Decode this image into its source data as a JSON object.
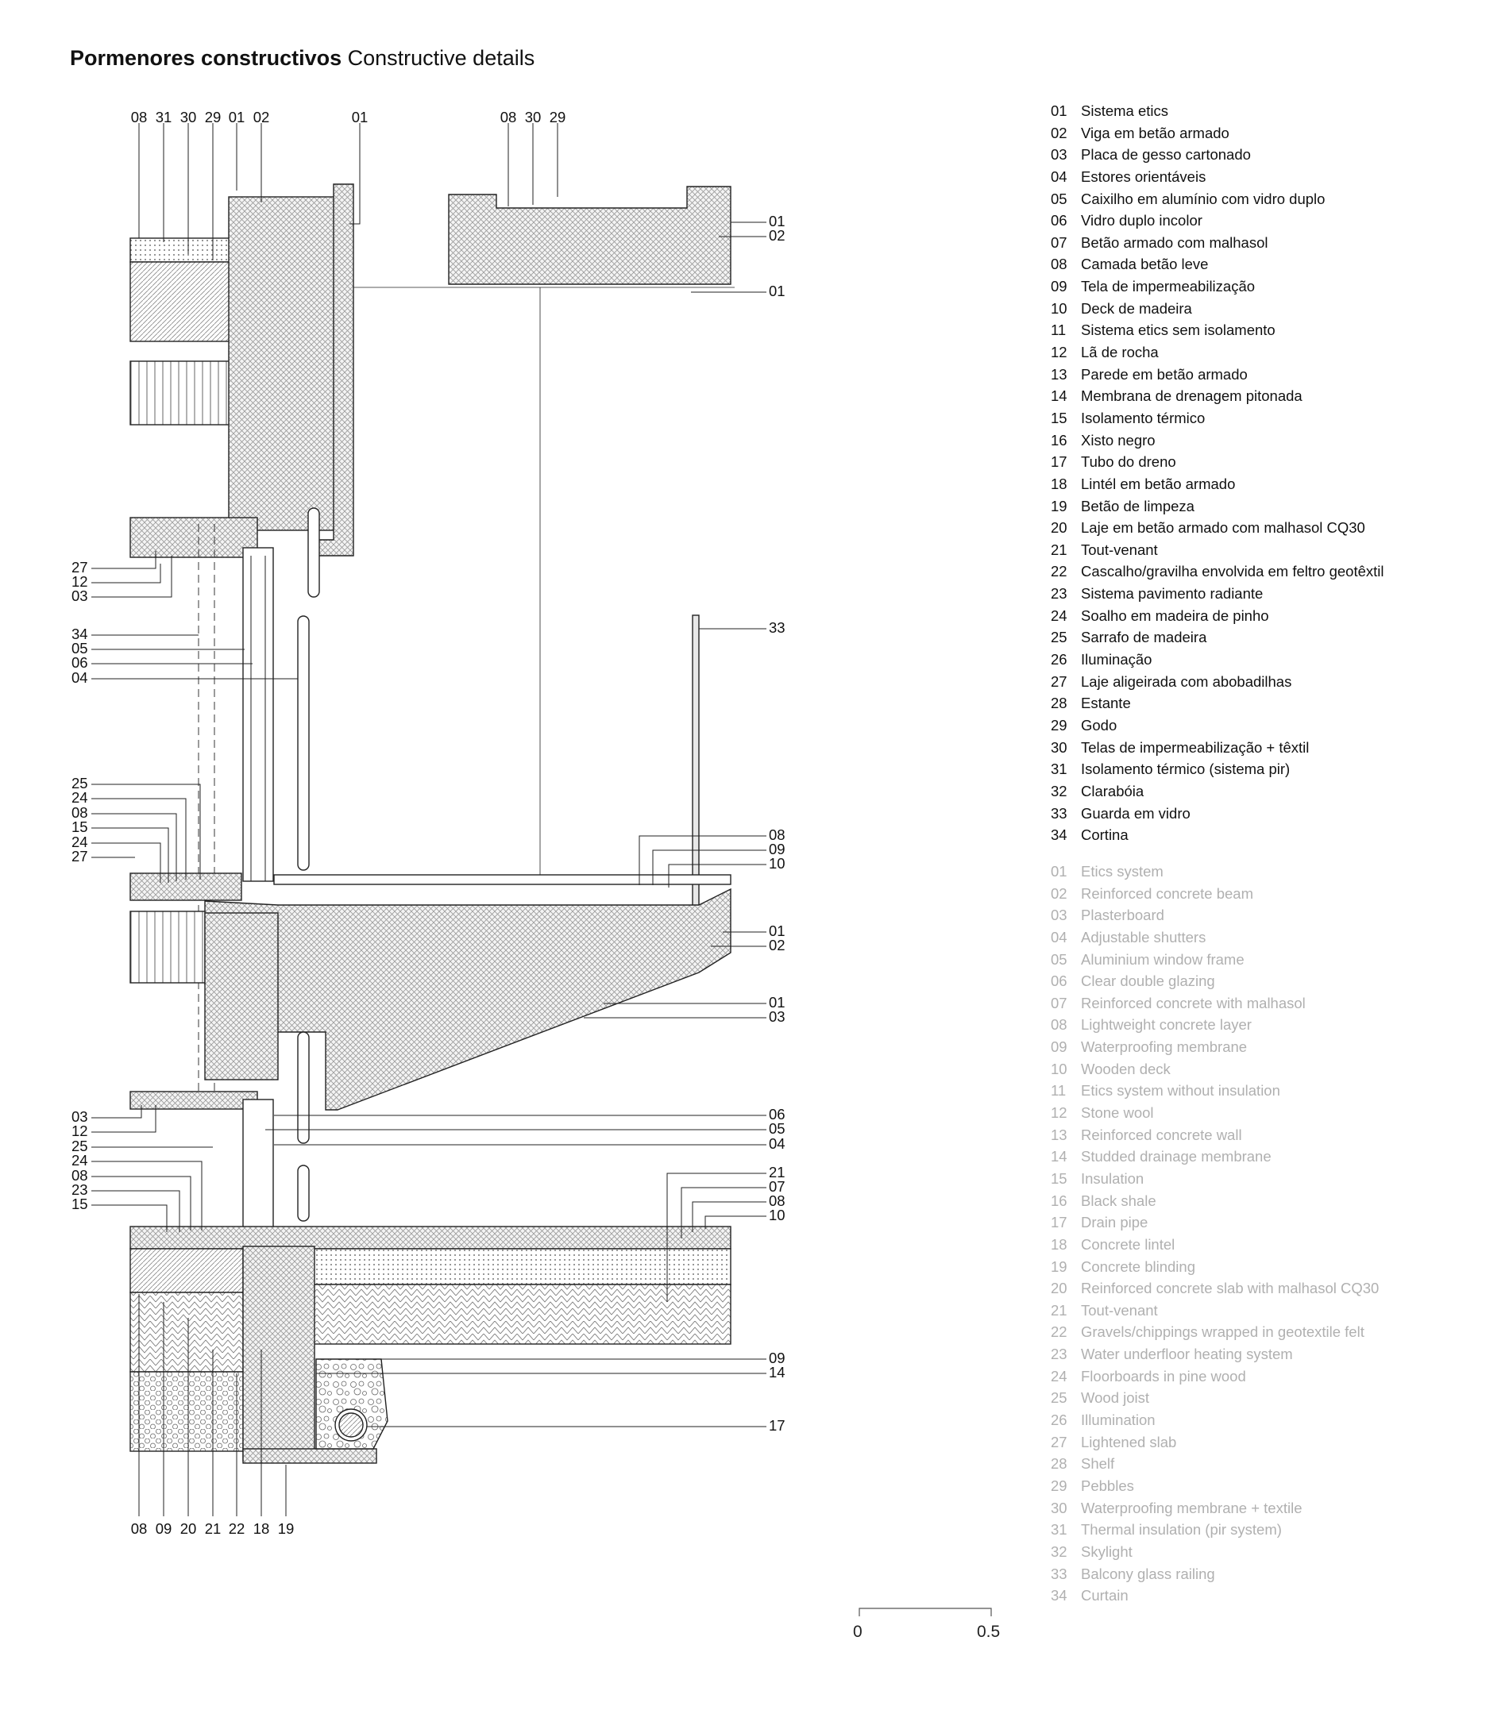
{
  "title": {
    "bold": "Pormenores constructivos",
    "normal": "Constructive details"
  },
  "legend_pt": [
    {
      "num": "01",
      "text": "Sistema etics"
    },
    {
      "num": "02",
      "text": "Viga em betão armado"
    },
    {
      "num": "03",
      "text": "Placa de gesso cartonado"
    },
    {
      "num": "04",
      "text": "Estores orientáveis"
    },
    {
      "num": "05",
      "text": "Caixilho em alumínio com vidro duplo"
    },
    {
      "num": "06",
      "text": "Vidro duplo incolor"
    },
    {
      "num": "07",
      "text": "Betão armado com malhasol"
    },
    {
      "num": "08",
      "text": "Camada betão leve"
    },
    {
      "num": "09",
      "text": "Tela de impermeabilização"
    },
    {
      "num": "10",
      "text": "Deck de madeira"
    },
    {
      "num": "11",
      "text": "Sistema etics sem isolamento"
    },
    {
      "num": "12",
      "text": "Lã de rocha"
    },
    {
      "num": "13",
      "text": "Parede em betão armado"
    },
    {
      "num": "14",
      "text": "Membrana de drenagem pitonada"
    },
    {
      "num": "15",
      "text": "Isolamento térmico"
    },
    {
      "num": "16",
      "text": "Xisto negro"
    },
    {
      "num": "17",
      "text": "Tubo do dreno"
    },
    {
      "num": "18",
      "text": "Lintél em betão armado"
    },
    {
      "num": "19",
      "text": "Betão de limpeza"
    },
    {
      "num": "20",
      "text": "Laje em betão armado com malhasol CQ30"
    },
    {
      "num": "21",
      "text": "Tout-venant"
    },
    {
      "num": "22",
      "text": "Cascalho/gravilha envolvida em feltro geotêxtil"
    },
    {
      "num": "23",
      "text": "Sistema pavimento radiante"
    },
    {
      "num": "24",
      "text": "Soalho em madeira de pinho"
    },
    {
      "num": "25",
      "text": "Sarrafo de madeira"
    },
    {
      "num": "26",
      "text": "Iluminação"
    },
    {
      "num": "27",
      "text": "Laje aligeirada com abobadilhas"
    },
    {
      "num": "28",
      "text": "Estante"
    },
    {
      "num": "29",
      "text": "Godo"
    },
    {
      "num": "30",
      "text": "Telas de impermeabilização + têxtil"
    },
    {
      "num": "31",
      "text": "Isolamento térmico (sistema pir)"
    },
    {
      "num": "32",
      "text": "Clarabóia"
    },
    {
      "num": "33",
      "text": "Guarda em vidro"
    },
    {
      "num": "34",
      "text": "Cortina"
    }
  ],
  "legend_en": [
    {
      "num": "01",
      "text": "Etics system"
    },
    {
      "num": "02",
      "text": "Reinforced concrete beam"
    },
    {
      "num": "03",
      "text": "Plasterboard"
    },
    {
      "num": "04",
      "text": "Adjustable shutters"
    },
    {
      "num": "05",
      "text": "Aluminium window frame"
    },
    {
      "num": "06",
      "text": "Clear double glazing"
    },
    {
      "num": "07",
      "text": "Reinforced concrete with malhasol"
    },
    {
      "num": "08",
      "text": "Lightweight concrete layer"
    },
    {
      "num": "09",
      "text": "Waterproofing membrane"
    },
    {
      "num": "10",
      "text": "Wooden deck"
    },
    {
      "num": "11",
      "text": "Etics system without insulation"
    },
    {
      "num": "12",
      "text": "Stone wool"
    },
    {
      "num": "13",
      "text": "Reinforced concrete wall"
    },
    {
      "num": "14",
      "text": "Studded drainage membrane"
    },
    {
      "num": "15",
      "text": "Insulation"
    },
    {
      "num": "16",
      "text": "Black shale"
    },
    {
      "num": "17",
      "text": "Drain pipe"
    },
    {
      "num": "18",
      "text": "Concrete lintel"
    },
    {
      "num": "19",
      "text": "Concrete blinding"
    },
    {
      "num": "20",
      "text": "Reinforced concrete slab with malhasol CQ30"
    },
    {
      "num": "21",
      "text": "Tout-venant"
    },
    {
      "num": "22",
      "text": "Gravels/chippings wrapped in geotextile felt"
    },
    {
      "num": "23",
      "text": "Water underfloor heating system"
    },
    {
      "num": "24",
      "text": "Floorboards in pine wood"
    },
    {
      "num": "25",
      "text": "Wood joist"
    },
    {
      "num": "26",
      "text": "Illumination"
    },
    {
      "num": "27",
      "text": "Lightened slab"
    },
    {
      "num": "28",
      "text": "Shelf"
    },
    {
      "num": "29",
      "text": "Pebbles"
    },
    {
      "num": "30",
      "text": "Waterproofing membrane + textile"
    },
    {
      "num": "31",
      "text": "Thermal insulation (pir system)"
    },
    {
      "num": "32",
      "text": "Skylight"
    },
    {
      "num": "33",
      "text": "Balcony glass railing"
    },
    {
      "num": "34",
      "text": "Curtain"
    }
  ],
  "labels": {
    "top_left": [
      "08",
      "31",
      "30",
      "29",
      "01",
      "02"
    ],
    "top_01": "01",
    "top_mid": [
      "08",
      "30",
      "29"
    ],
    "skylight_right": [
      "01",
      "02",
      "01"
    ],
    "left_a": [
      "27",
      "12",
      "03"
    ],
    "left_b": [
      "34",
      "05",
      "06",
      "04"
    ],
    "right_33": "33",
    "left_c": [
      "25",
      "24",
      "08",
      "15",
      "24",
      "27"
    ],
    "right_a": [
      "08",
      "09",
      "10"
    ],
    "right_b": [
      "01",
      "02"
    ],
    "right_c": [
      "01",
      "03"
    ],
    "left_d": [
      "03",
      "12"
    ],
    "right_d": [
      "06",
      "05",
      "04"
    ],
    "left_e": [
      "25",
      "24",
      "08",
      "23",
      "15"
    ],
    "right_e": [
      "21",
      "07",
      "08",
      "10"
    ],
    "right_f": [
      "09",
      "14"
    ],
    "right_17": "17",
    "bottom": [
      "08",
      "09",
      "20",
      "21",
      "22",
      "18",
      "19"
    ]
  },
  "scale": {
    "start": "0",
    "end": "0.5"
  }
}
